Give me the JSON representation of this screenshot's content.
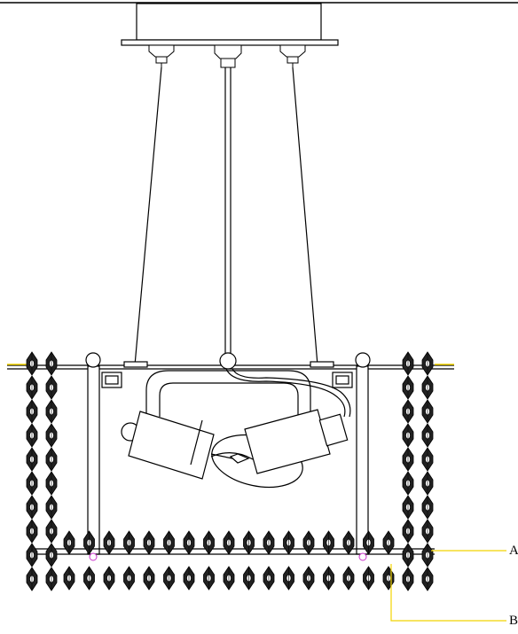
{
  "callouts": [
    {
      "id": "A",
      "label": "A",
      "line_color": "#f2d400"
    },
    {
      "id": "B",
      "label": "B",
      "line_color": "#f2d400"
    }
  ],
  "colors": {
    "stroke": "#000000",
    "crystal_fill": "#222222",
    "callout_line": "#f2d400",
    "bead_accent": "#cc33cc",
    "background": "#ffffff"
  },
  "parts": {
    "canopy": "ceiling-canopy",
    "suspension": "three-rod-suspension",
    "frame": "rectangular-frame",
    "lamp": "single-candle-bulb-with-two-sockets",
    "crystals": "hanging-crystal-strands"
  }
}
